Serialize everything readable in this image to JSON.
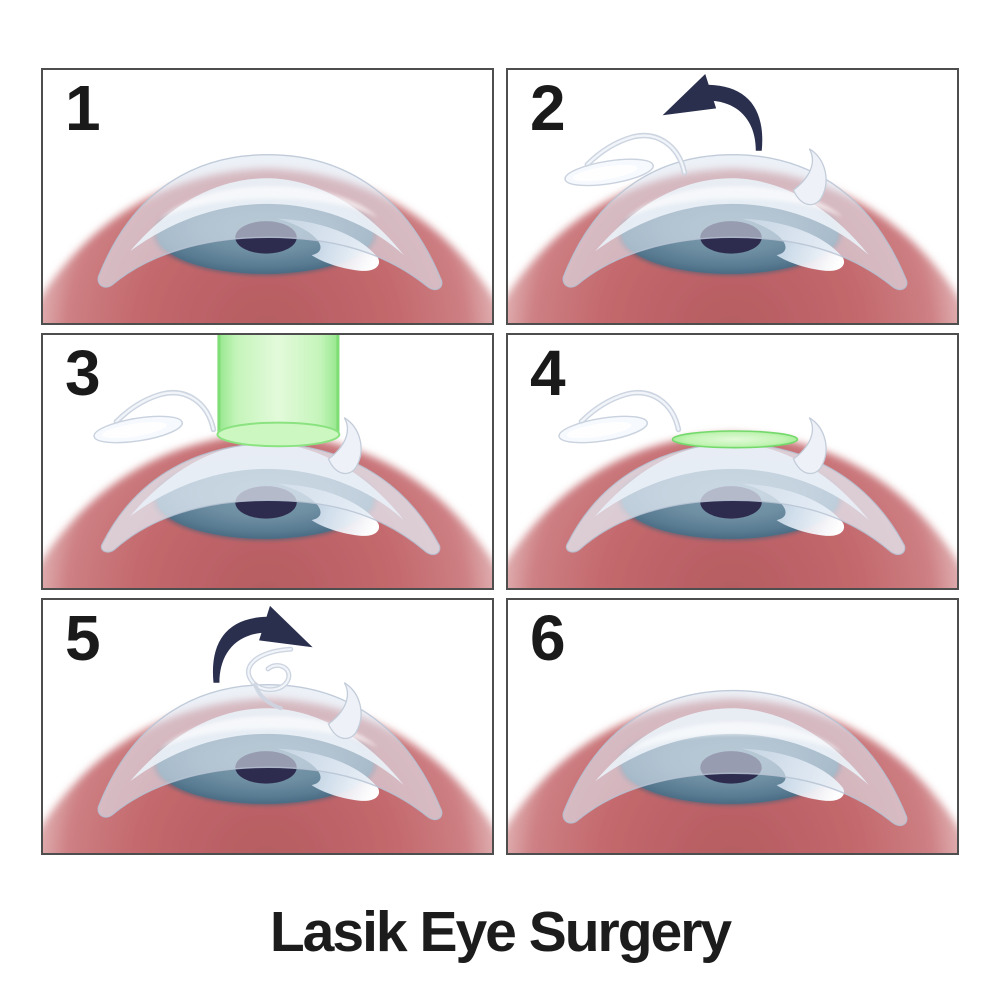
{
  "title": "Lasik Eye Surgery",
  "panels": [
    {
      "number": "1",
      "graphic": "intact-eye-cross-section"
    },
    {
      "number": "2",
      "graphic": "corneal-flap-lifted",
      "arrow_icon": "curved-arrow-left"
    },
    {
      "number": "3",
      "graphic": "laser-beam-on-cornea",
      "beam_icon": "green-laser-beam"
    },
    {
      "number": "4",
      "graphic": "reshaped-cornea",
      "zone_icon": "green-treated-zone"
    },
    {
      "number": "5",
      "graphic": "flap-repositioned",
      "arrow_icon": "curved-arrow-right"
    },
    {
      "number": "6",
      "graphic": "healed-eye"
    }
  ],
  "colors": {
    "background": "#ffffff",
    "panel_border": "#4e4e4e",
    "number_color": "#1a1a1a",
    "title_color": "#1c1c1c",
    "sclera": "#c3686c",
    "iris": "#6e8ea2",
    "iris_rim": "#3f6078",
    "pupil": "#2d2b4e",
    "cornea_fill": "#dfe8f2",
    "cornea_stroke": "#b7c3d3",
    "flap_stroke": "#c9d2de",
    "highlight": "#ffffff",
    "laser_center": "#def9d4",
    "laser_green": "#8ce584",
    "laser_edge": "#7cdc72",
    "arrow": "#2a2f4e"
  }
}
